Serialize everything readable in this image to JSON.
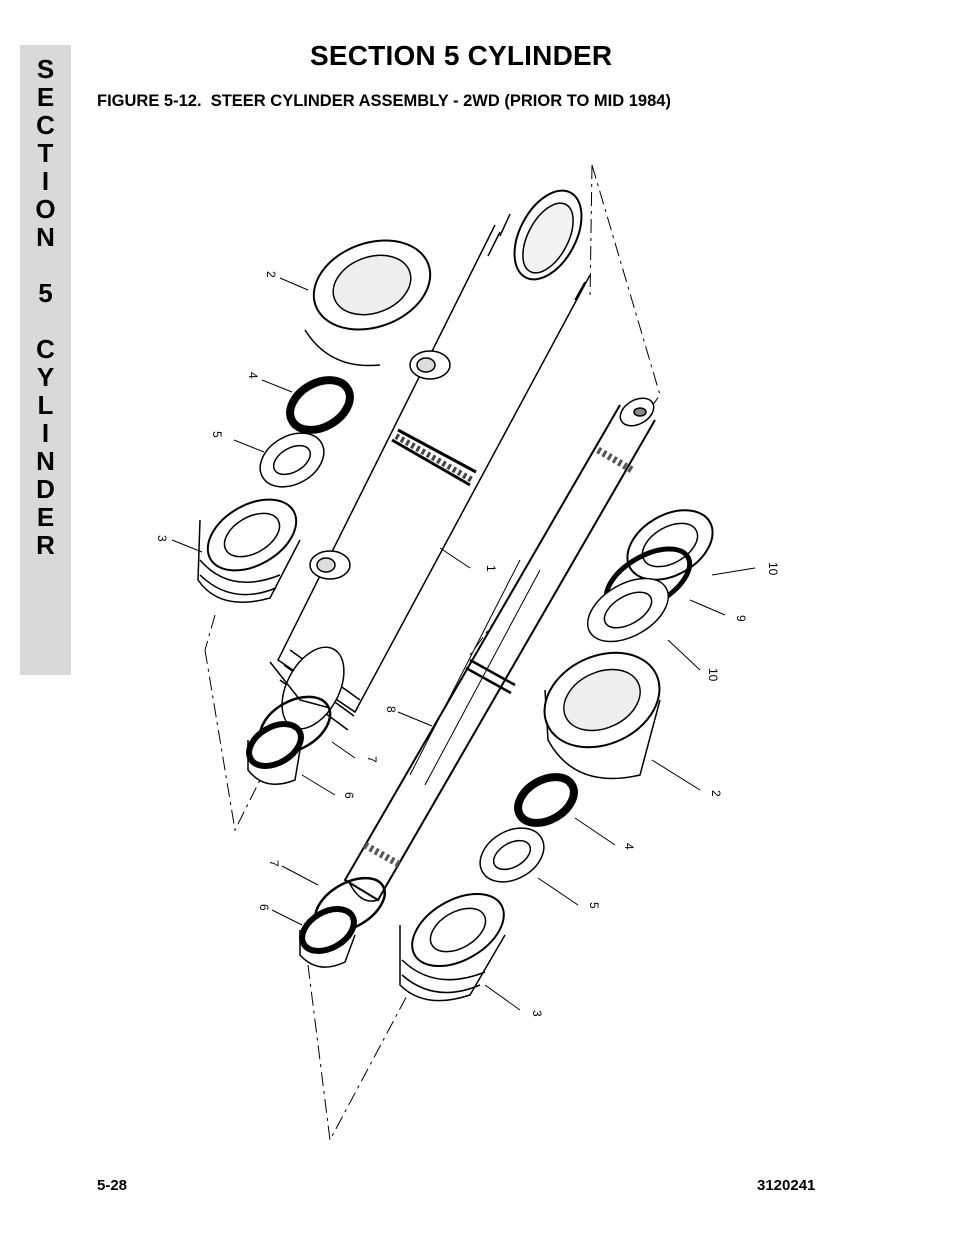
{
  "sidebar": {
    "letters": [
      "S",
      "E",
      "C",
      "T",
      "I",
      "O",
      "N",
      "5",
      "C",
      "Y",
      "L",
      "I",
      "N",
      "D",
      "E",
      "R"
    ]
  },
  "header": {
    "section_title": "SECTION 5  CYLINDER",
    "figure_title": "FIGURE 5-12.  STEER CYLINDER ASSEMBLY - 2WD (PRIOR TO MID 1984)"
  },
  "footer": {
    "page_number": "5-28",
    "doc_number": "3120241"
  },
  "callouts": {
    "barrel": "1",
    "head_top": "2",
    "wiper_top": "4",
    "seal_top": "5",
    "head_assembly_top": "3",
    "o_ring_left": "7",
    "piston_seal_left": "6",
    "rod": "8",
    "piston_nut": "10",
    "piston_seal": "9",
    "piston": "10",
    "head_bottom": "2",
    "wiper_bottom": "4",
    "seal_bottom": "5",
    "head_assembly_bottom": "3",
    "o_ring_bottom": "7",
    "piston_seal_bottom": "6"
  }
}
